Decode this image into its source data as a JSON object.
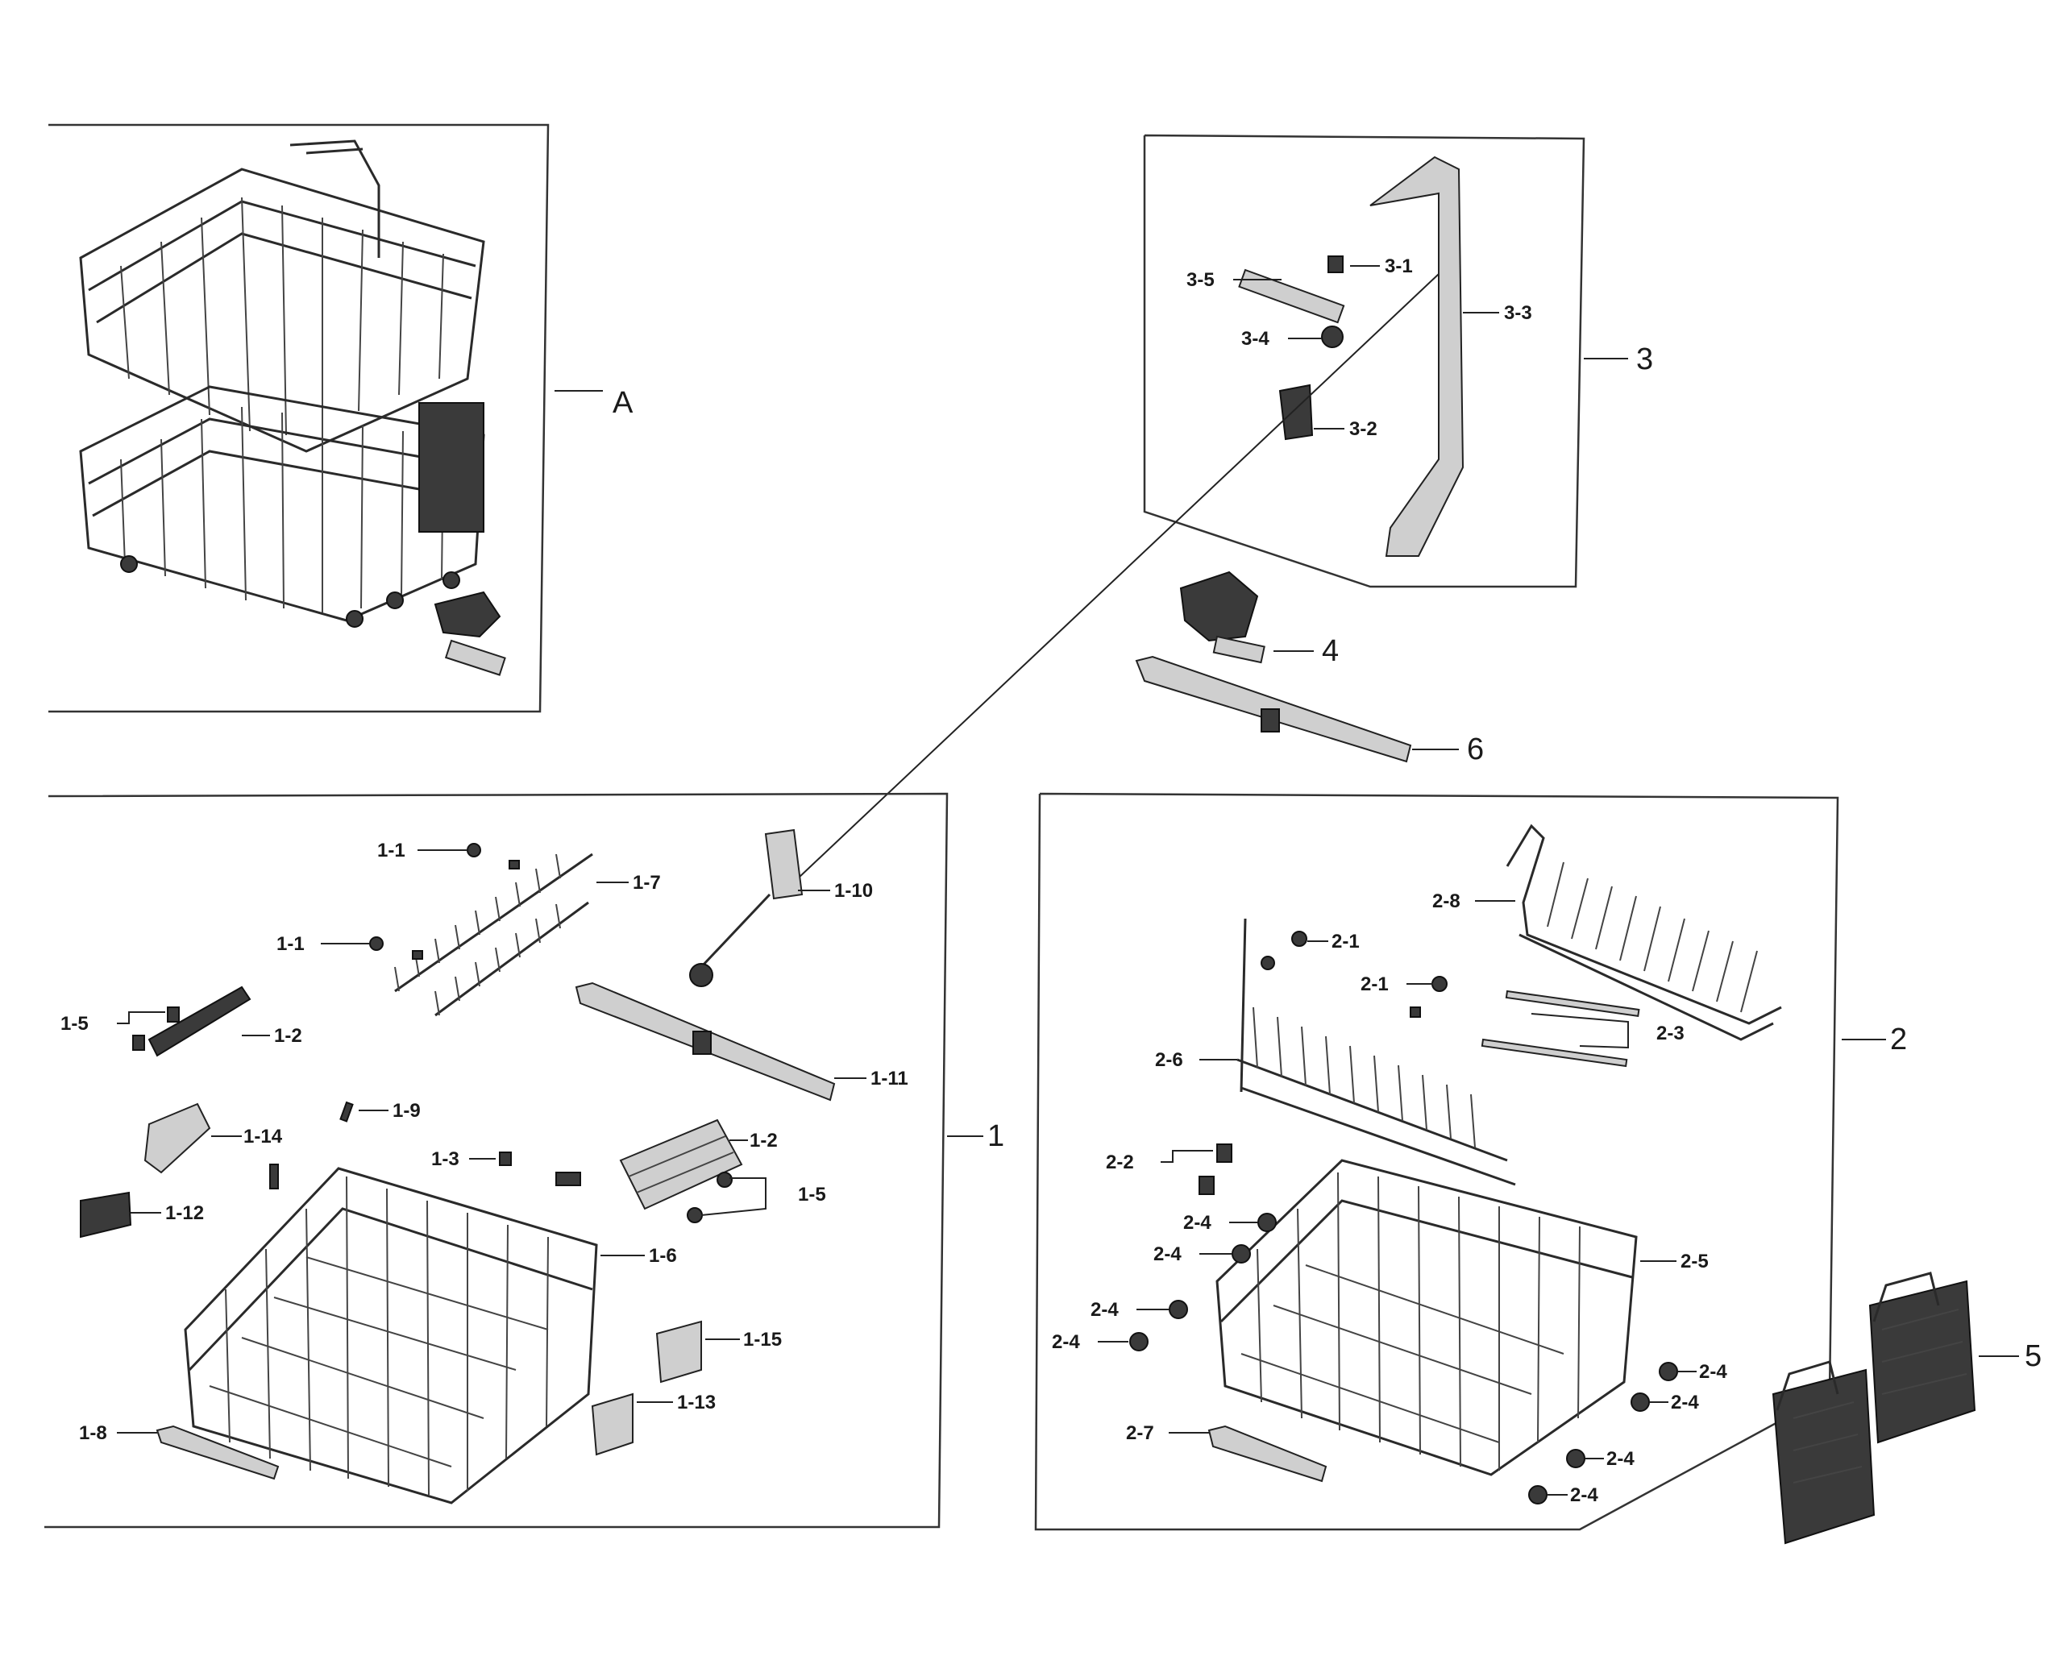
{
  "labels": {
    "A": "A",
    "g1": "1",
    "g2": "2",
    "g3": "3",
    "g4": "4",
    "g5": "5",
    "g6": "6",
    "p3_1": "3-1",
    "p3_2": "3-2",
    "p3_3": "3-3",
    "p3_4": "3-4",
    "p3_5": "3-5",
    "p1_1a": "1-1",
    "p1_1b": "1-1",
    "p1_2a": "1-2",
    "p1_2b": "1-2",
    "p1_3": "1-3",
    "p1_5a": "1-5",
    "p1_5b": "1-5",
    "p1_6": "1-6",
    "p1_7": "1-7",
    "p1_8": "1-8",
    "p1_9": "1-9",
    "p1_10": "1-10",
    "p1_11": "1-11",
    "p1_12": "1-12",
    "p1_13": "1-13",
    "p1_14": "1-14",
    "p1_15": "1-15",
    "p2_1a": "2-1",
    "p2_1b": "2-1",
    "p2_2": "2-2",
    "p2_3": "2-3",
    "p2_4a": "2-4",
    "p2_4b": "2-4",
    "p2_4c": "2-4",
    "p2_4d": "2-4",
    "p2_4e": "2-4",
    "p2_4f": "2-4",
    "p2_4g": "2-4",
    "p2_4h": "2-4",
    "p2_5": "2-5",
    "p2_6": "2-6",
    "p2_7": "2-7",
    "p2_8": "2-8"
  }
}
